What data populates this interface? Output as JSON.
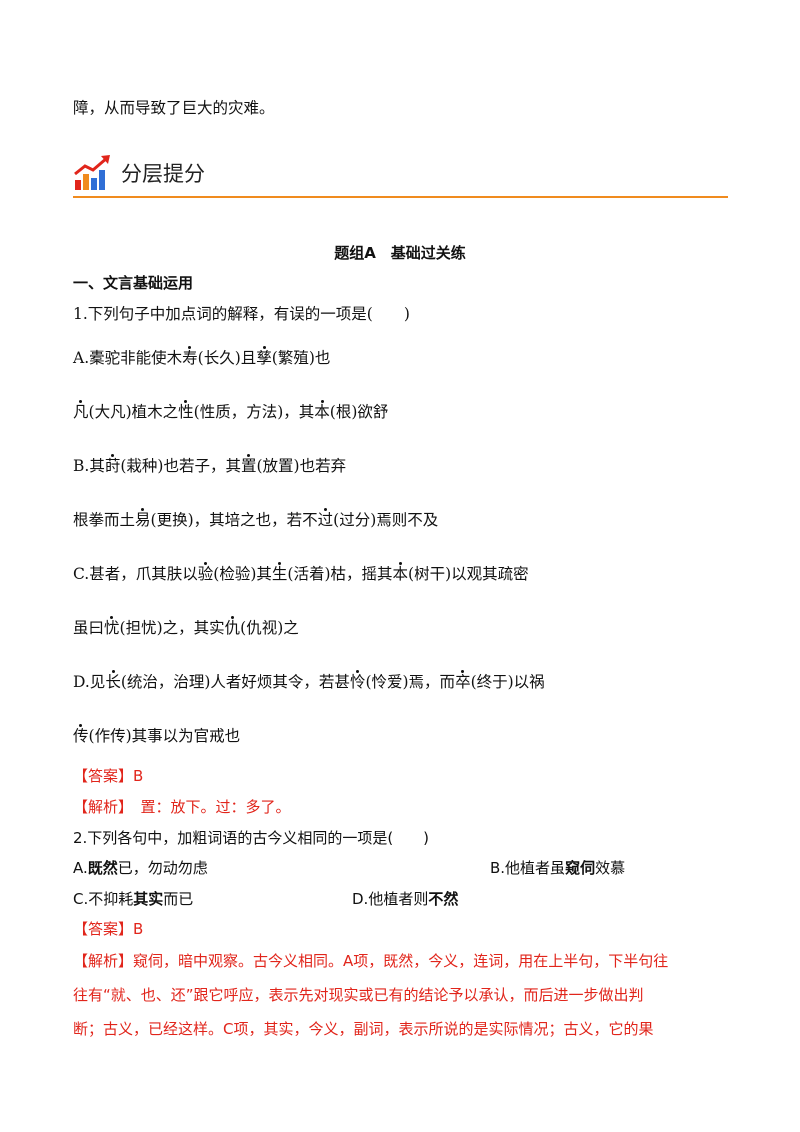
{
  "intro_tail": "障，从而导致了巨大的灾难。",
  "section_header": "分层提分",
  "group_title": "题组A　基础过关练",
  "part_title": "一、文言基础运用",
  "q1": {
    "stem": "1.下列句子中加点词的解释，有误的一项是(　　)",
    "A1": [
      "A.橐驼非能使木",
      "寿",
      "(长久)且",
      "孳",
      "(繁殖)也"
    ],
    "A2": [
      "凡",
      "(大凡)植木之",
      "性",
      "(性质，方法)，其",
      "本",
      "(根)欲舒"
    ],
    "B1": [
      "B.其",
      "莳",
      "(栽种)也若子，其",
      "置",
      "(放置)也若弃"
    ],
    "B2": [
      "根拳而土",
      "易",
      "(更换)，其培之也，若不",
      "过",
      "(过分)焉则不及"
    ],
    "C1": [
      "C.甚者，爪其肤以",
      "验",
      "(检验)其",
      "生",
      "(活着)枯，摇其",
      "本",
      "(树干)以观其疏密"
    ],
    "C2": [
      "虽曰",
      "忧",
      "(担忧)之，其实",
      "仇",
      "(仇视)之"
    ],
    "D1": [
      "D.见",
      "长",
      "(统治，治理)人者好烦其令，若甚",
      "怜",
      "(怜爱)焉，而",
      "卒",
      "(终于)以祸"
    ],
    "D2": [
      "传",
      "(作传)其事以为官戒也"
    ],
    "answer": "【答案】B",
    "analysis": "【解析】　置：放下。过：多了。"
  },
  "q2": {
    "stem": "2.下列各句中，加粗词语的古今义相同的一项是(　　)",
    "A": [
      "A.",
      "既然",
      "已，勿动勿虑"
    ],
    "B": [
      "B.他植者虽",
      "窥伺",
      "效慕"
    ],
    "C": [
      "C.不抑耗",
      "其实",
      "而已"
    ],
    "D": [
      "D.他植者则",
      "不然"
    ],
    "answer": "【答案】B",
    "analysis_lines": [
      "【解析】窥伺，暗中观察。古今义相同。A项，既然，今义，连词，用在上半句，下半句往",
      "往有“就、也、还”跟它呼应，表示先对现实或已有的结论予以承认，而后进一步做出判",
      "断；古义，已经这样。C项，其实，今义，副词，表示所说的是实际情况；古义，它的果"
    ]
  },
  "colors": {
    "accent_orange": "#f08b1e",
    "answer_red": "#e1251b"
  },
  "icons": [
    "chart-up-arrow-icon"
  ]
}
